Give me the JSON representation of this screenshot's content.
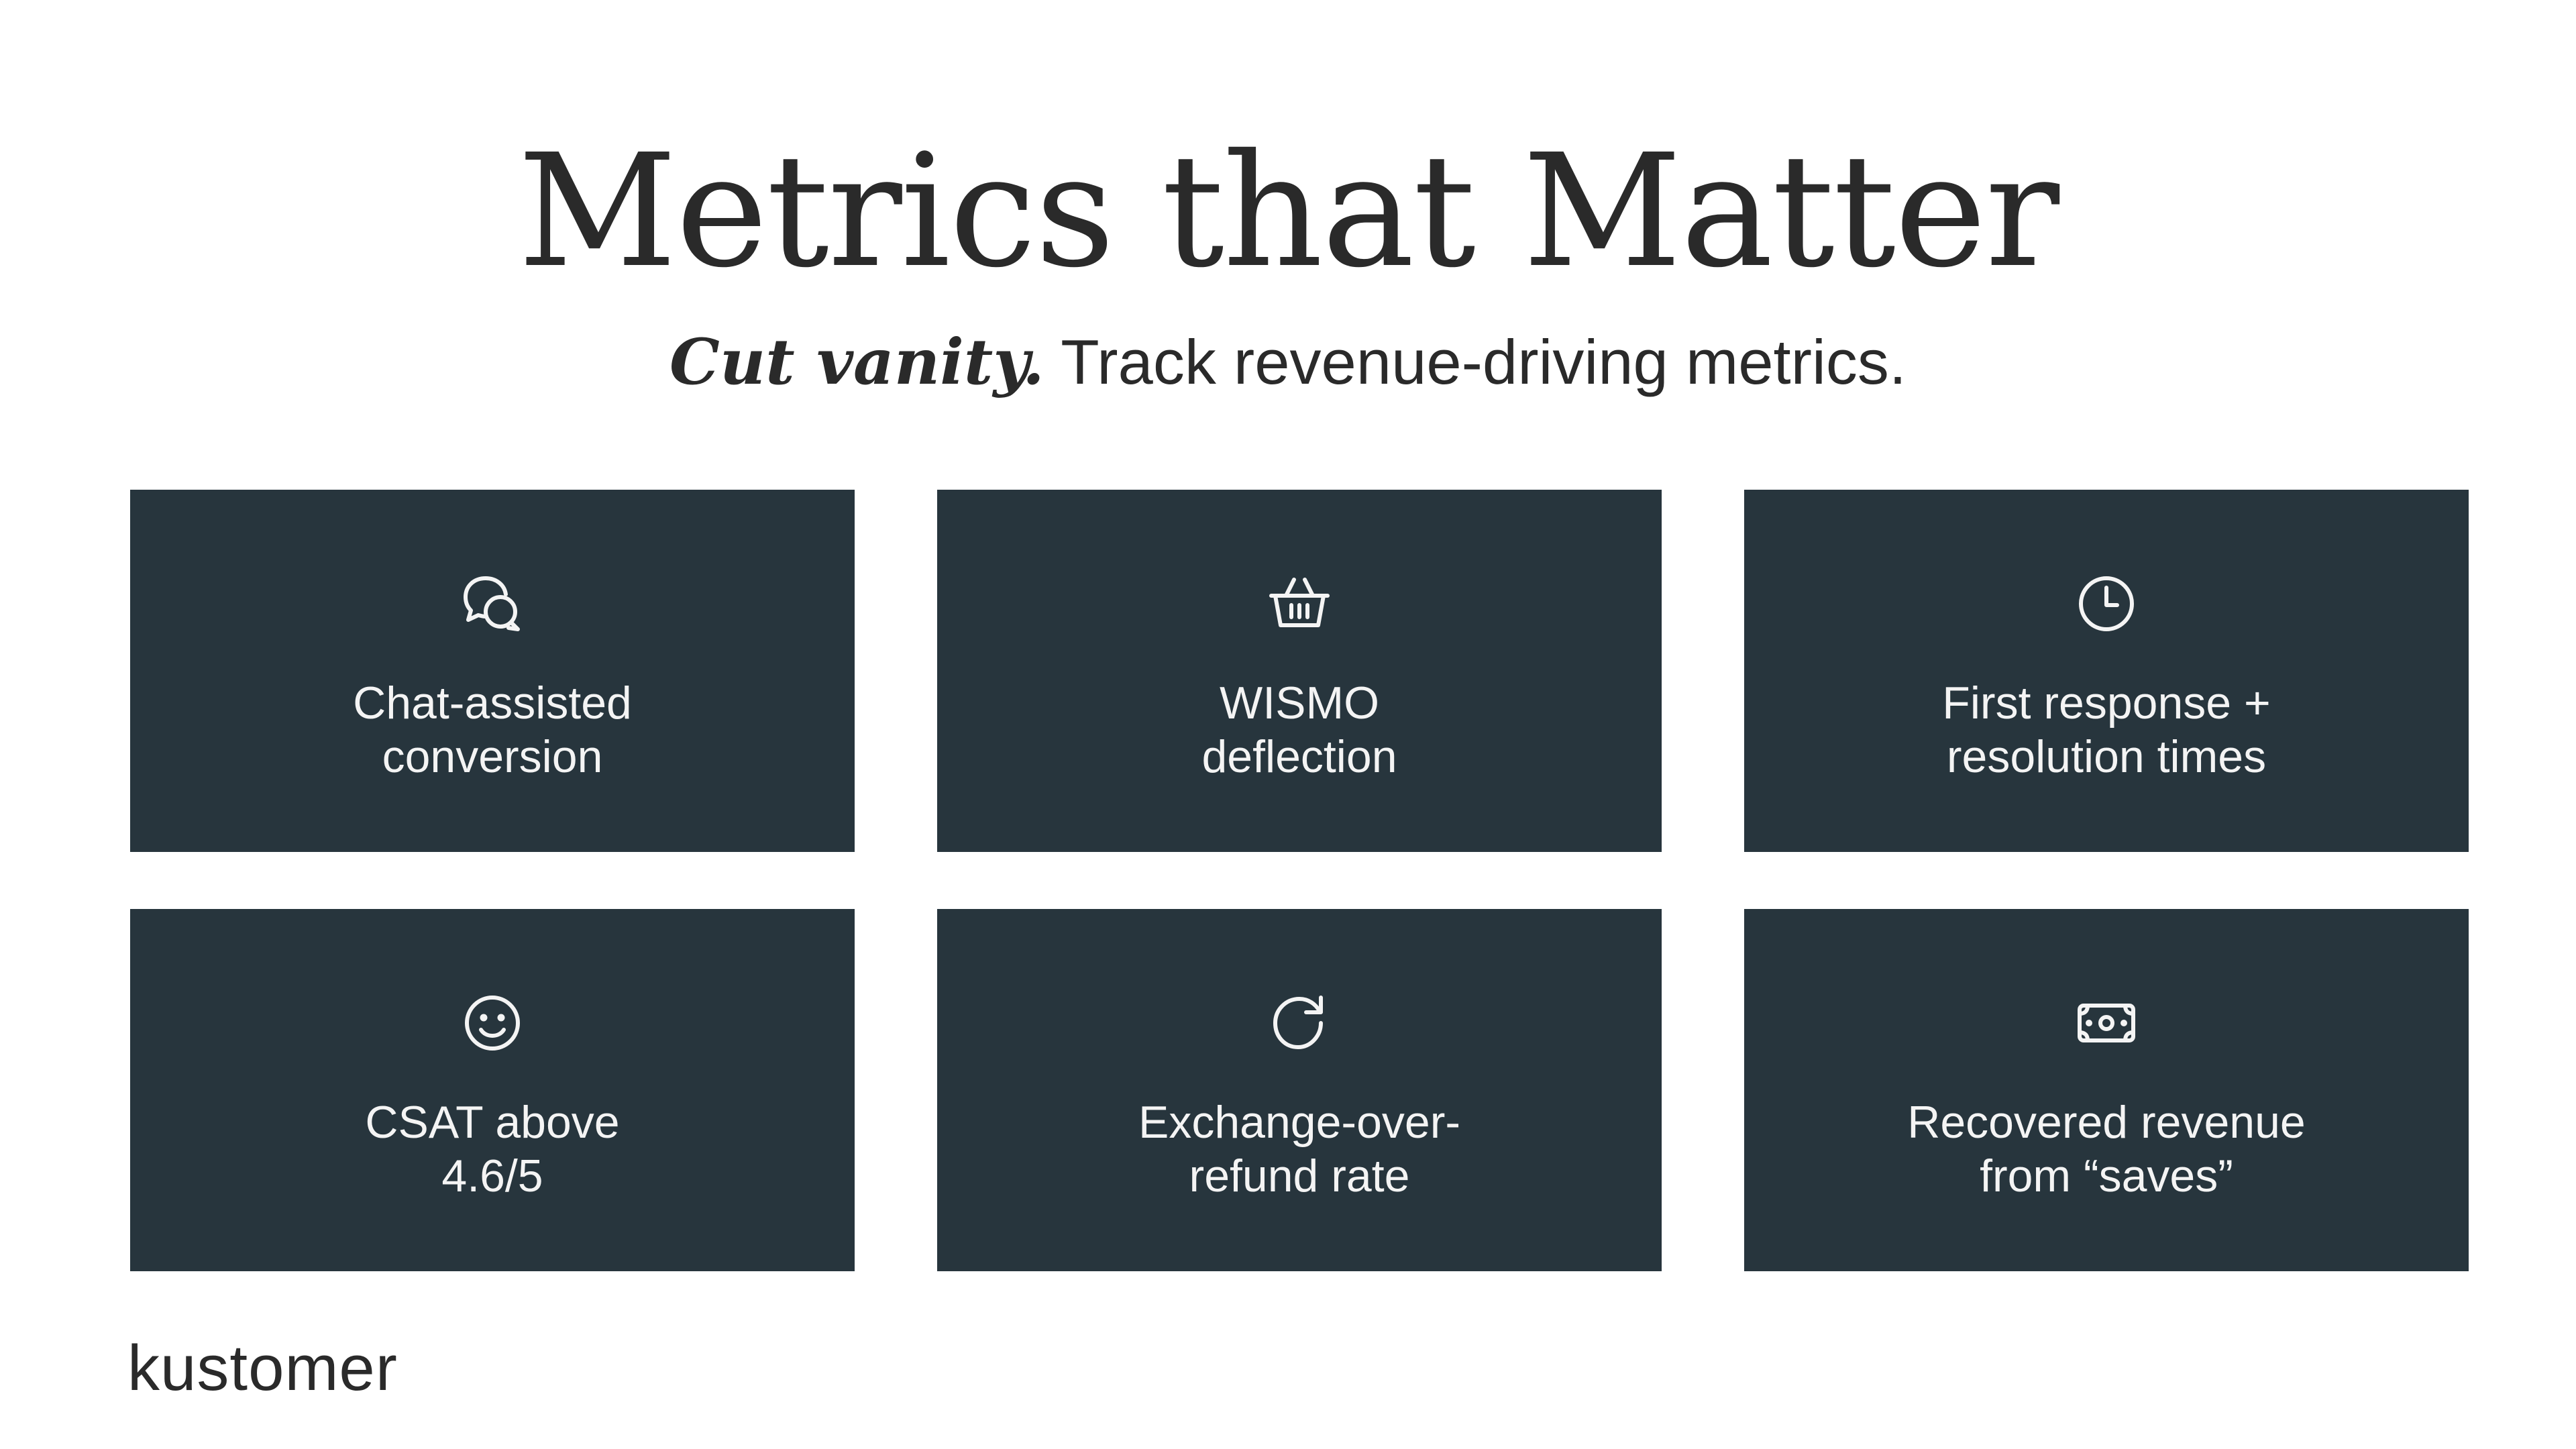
{
  "slide": {
    "title": "Metrics that Matter",
    "subtitle_emphasis": "Cut vanity.",
    "subtitle_rest": " Track revenue-driving metrics.",
    "logo_text": "kustomer"
  },
  "colors": {
    "card_background": "#27353d",
    "card_text": "#f4f4f4",
    "heading_text": "#2a2a2a",
    "background": "#ffffff"
  },
  "cards": [
    {
      "icon": "chat-bubbles-icon",
      "label": "Chat-assisted\nconversion"
    },
    {
      "icon": "shopping-basket-icon",
      "label": "WISMO\ndeflection"
    },
    {
      "icon": "clock-icon",
      "label": "First response +\nresolution times"
    },
    {
      "icon": "smiley-face-icon",
      "label": "CSAT above\n4.6/5"
    },
    {
      "icon": "refresh-arrow-icon",
      "label": "Exchange-over-\nrefund rate"
    },
    {
      "icon": "money-bill-icon",
      "label": "Recovered revenue\nfrom “saves”"
    }
  ]
}
